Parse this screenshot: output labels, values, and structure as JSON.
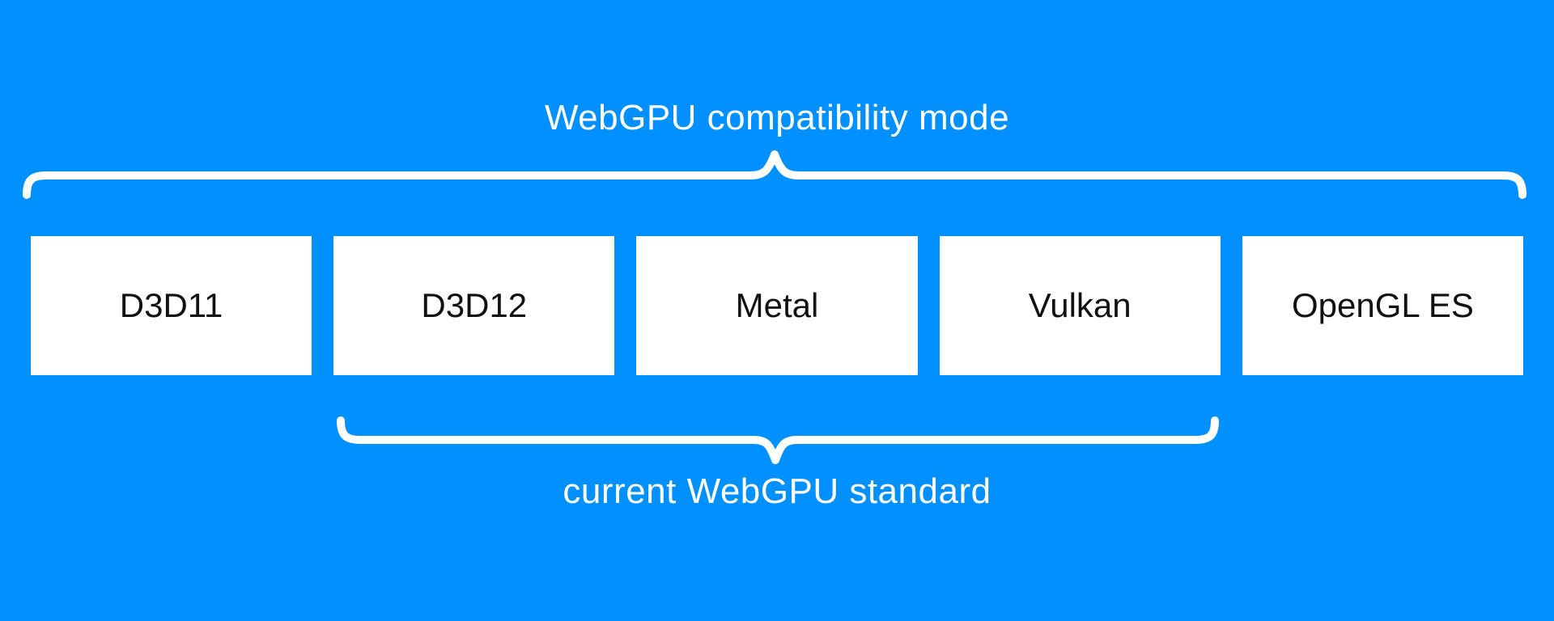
{
  "diagram": {
    "top_label": "WebGPU compatibility mode",
    "bottom_label": "current WebGPU standard",
    "boxes": [
      {
        "label": "D3D11"
      },
      {
        "label": "D3D12"
      },
      {
        "label": "Metal"
      },
      {
        "label": "Vulkan"
      },
      {
        "label": "OpenGL ES"
      }
    ],
    "top_brace_spans": "all five graphics APIs",
    "bottom_brace_spans": "D3D12, Metal, Vulkan",
    "colors": {
      "background": "#0090FF",
      "box_fill": "#FFFFFF",
      "box_text": "#111111",
      "accent_text": "#FFFFFF",
      "brace": "#FFFFFF"
    }
  }
}
